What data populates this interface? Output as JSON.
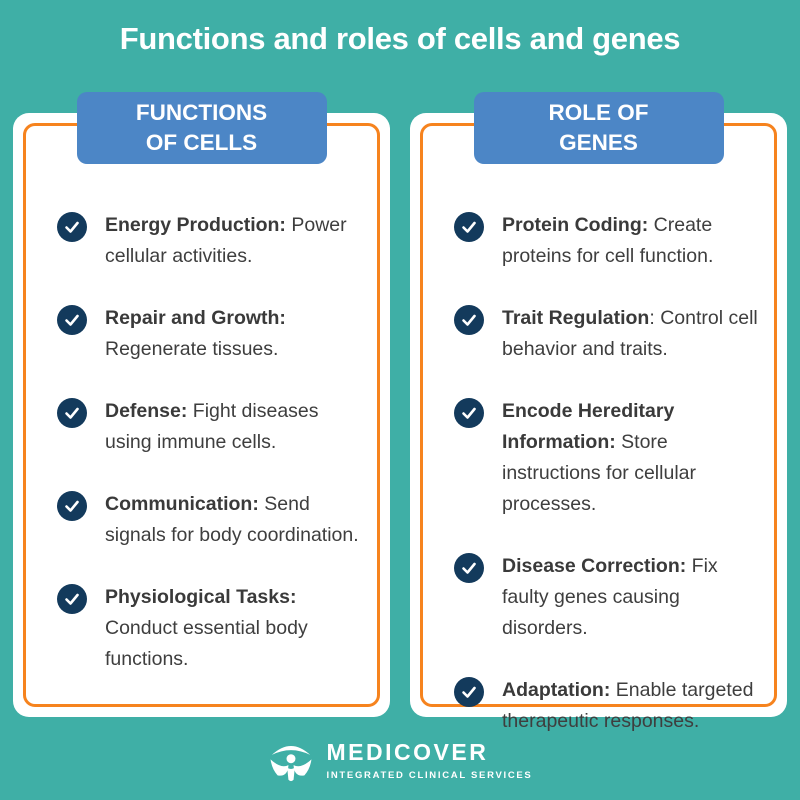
{
  "title": "Functions and roles of cells and genes",
  "colors": {
    "background_teal": "#3FAFA6",
    "badge_blue": "#4C86C6",
    "card_border_orange": "#F6831E",
    "check_circle_navy": "#133A5C",
    "body_text": "#3E3E3E",
    "white": "#FFFFFF"
  },
  "icons": {
    "check_icon": "✓",
    "logo_icon": "medicover-person-under-arc"
  },
  "cards": [
    {
      "header_line1": "FUNCTIONS",
      "header_line2": "OF CELLS",
      "items": [
        {
          "label": "Energy Production:",
          "text": " Power cellular activities."
        },
        {
          "label": "Repair and Growth:",
          "text": " Regenerate tissues."
        },
        {
          "label": "Defense:",
          "text": " Fight diseases using immune cells."
        },
        {
          "label": "Communication:",
          "text": " Send signals for body coordination."
        },
        {
          "label": "Physiological Tasks:",
          "text": " Conduct essential body functions."
        }
      ]
    },
    {
      "header_line1": "ROLE OF",
      "header_line2": "GENES",
      "items": [
        {
          "label": "Protein Coding:",
          "text": " Create proteins for cell function."
        },
        {
          "label": "Trait Regulation",
          "text": ": Control cell behavior and traits."
        },
        {
          "label": "Encode Hereditary Information:",
          "text": " Store instructions for cellular processes."
        },
        {
          "label": "Disease Correction:",
          "text": " Fix faulty genes causing disorders."
        },
        {
          "label": "Adaptation:",
          "text": " Enable targeted therapeutic responses."
        }
      ]
    }
  ],
  "footer": {
    "brand": "MEDICOVER",
    "tagline": "INTEGRATED CLINICAL SERVICES"
  }
}
